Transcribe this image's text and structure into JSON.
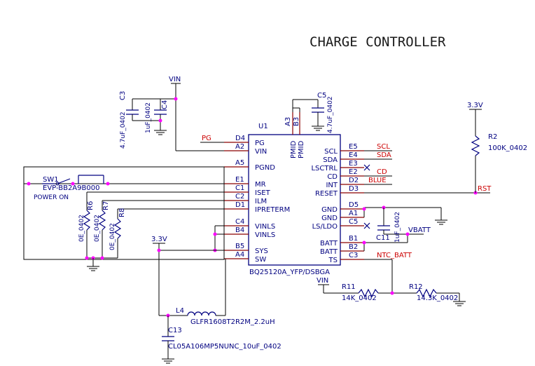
{
  "title": "CHARGE CONTROLLER",
  "ic": {
    "ref": "U1",
    "part": "BQ25120A_YFP/DSBGA",
    "left_pins": [
      {
        "num": "D4",
        "name": "PG"
      },
      {
        "num": "A2",
        "name": "VIN"
      },
      {
        "num": "A5",
        "name": "PGND"
      },
      {
        "num": "E1",
        "name": "MR"
      },
      {
        "num": "C1",
        "name": "ISET"
      },
      {
        "num": "C2",
        "name": "ILM"
      },
      {
        "num": "D1",
        "name": "IPRETERM"
      },
      {
        "num": "C4",
        "name": "VINLS"
      },
      {
        "num": "B4",
        "name": "VINLS"
      },
      {
        "num": "B5",
        "name": "SYS"
      },
      {
        "num": "A4",
        "name": "SW"
      }
    ],
    "right_pins": [
      {
        "num": "E5",
        "name": "SCL"
      },
      {
        "num": "E4",
        "name": "SDA"
      },
      {
        "num": "E3",
        "name": "LSCTRL"
      },
      {
        "num": "E2",
        "name": "CD"
      },
      {
        "num": "D2",
        "name": "INT"
      },
      {
        "num": "D3",
        "name": "RESET"
      },
      {
        "num": "D5",
        "name": "GND"
      },
      {
        "num": "A1",
        "name": "GND"
      },
      {
        "num": "C5",
        "name": "LS/LDO"
      },
      {
        "num": "B1",
        "name": "BATT"
      },
      {
        "num": "B2",
        "name": "BATT"
      },
      {
        "num": "C3",
        "name": "TS"
      }
    ],
    "top_pins": [
      {
        "num": "A3",
        "name": "PMID"
      },
      {
        "num": "B3",
        "name": "PMID"
      }
    ]
  },
  "nets": {
    "vin_top": "VIN",
    "vin_bottom": "VIN",
    "v33_right": "3.3V",
    "v33_left": "3.3V",
    "vbatt": "VBATT",
    "pg": "PG",
    "scl": "SCL",
    "sda": "SDA",
    "cd": "CD",
    "blue": "BLUE",
    "rst": "RST",
    "ntc_batt": "NTC_BATT"
  },
  "parts": {
    "c3": {
      "ref": "C3",
      "value": "4.7uF_0402"
    },
    "c4": {
      "ref": "C4",
      "value": "1uF_0402"
    },
    "c5": {
      "ref": "C5",
      "value": "4.7uF_0402"
    },
    "c11": {
      "ref": "C11",
      "value": "1uF_0402"
    },
    "c13": {
      "ref": "C13",
      "value": "CL05A106MP5NUNC_10uF_0402"
    },
    "r2": {
      "ref": "R2",
      "value": "100K_0402"
    },
    "r6": {
      "ref": "R6",
      "value": "0E_0402"
    },
    "r7": {
      "ref": "R7",
      "value": "0E_0402"
    },
    "r8": {
      "ref": "R8",
      "value": "0E_0402"
    },
    "r11": {
      "ref": "R11",
      "value": "14K_0402"
    },
    "r12": {
      "ref": "R12",
      "value": "14.3K_0402"
    },
    "l4": {
      "ref": "L4",
      "value": "GLFR1608T2R2M_2.2uH"
    },
    "sw1": {
      "ref": "SW1",
      "value": "EVP-BB2A9B000",
      "caption": "POWER ON"
    }
  },
  "colors": {
    "wire": "#000000",
    "pin_line": "#8b0000",
    "component": "#000080",
    "text": "#000080",
    "net_label": "#cc0000",
    "junction": "#ff00ff"
  }
}
